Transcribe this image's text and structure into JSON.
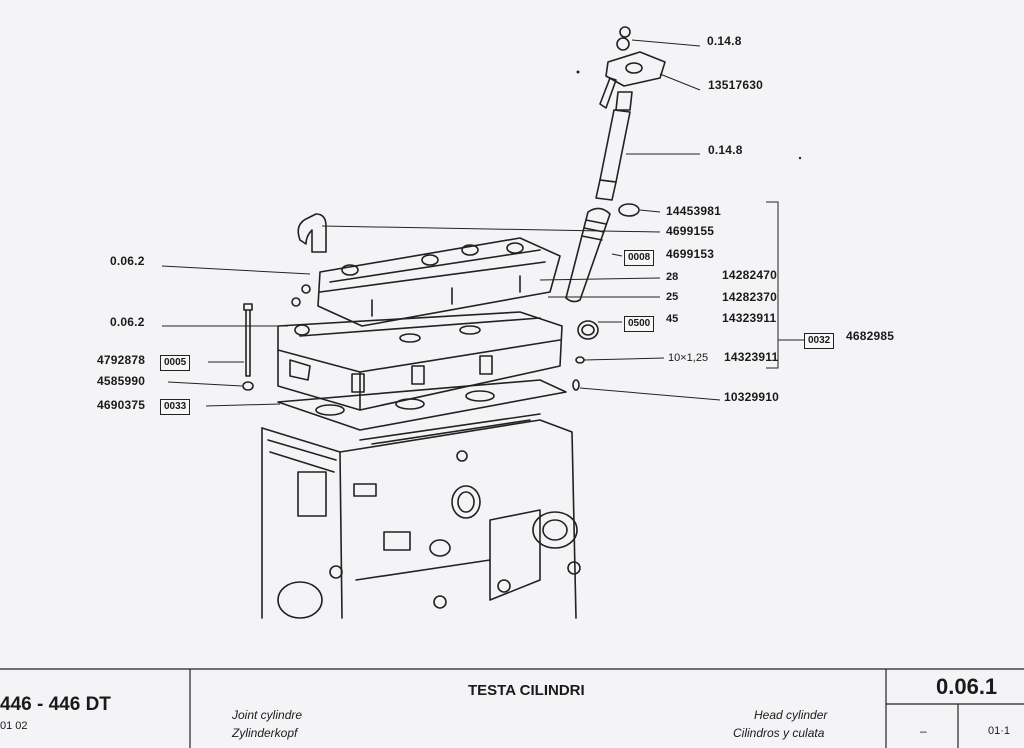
{
  "diagram": {
    "callouts": {
      "c_0148_top": "0.14.8",
      "c_13517630": "13517630",
      "c_0148_mid": "0.14.8",
      "c_14453981": "14453981",
      "c_4699155": "4699155",
      "c_4699153": "4699153",
      "c_0008": "0008",
      "c_28": "28",
      "c_14282470": "14282470",
      "c_25": "25",
      "c_14282370": "14282370",
      "c_0500": "0500",
      "c_45": "45",
      "c_14323911_a": "14323911",
      "c_0032": "0032",
      "c_4682985": "4682985",
      "c_10x125": "10×1,25",
      "c_14323911_b": "14323911",
      "c_10329910": "10329910",
      "c_0062_a": "0.06.2",
      "c_0062_b": "0.06.2",
      "c_4792878": "4792878",
      "c_0005": "0005",
      "c_4585990": "4585990",
      "c_4690375": "4690375",
      "c_0033": "0033"
    }
  },
  "title_block": {
    "model": "446 - 446 DT",
    "model_sub": "01   02",
    "title_it": "TESTA CILINDRI",
    "title_fr": "Joint cylindre",
    "title_de": "Zylinderkopf",
    "title_en": "Head cylinder",
    "title_es": "Cilindros y culata",
    "ref_code": "0.06.1",
    "ref_dash": "–",
    "ref_page": "01·1"
  }
}
